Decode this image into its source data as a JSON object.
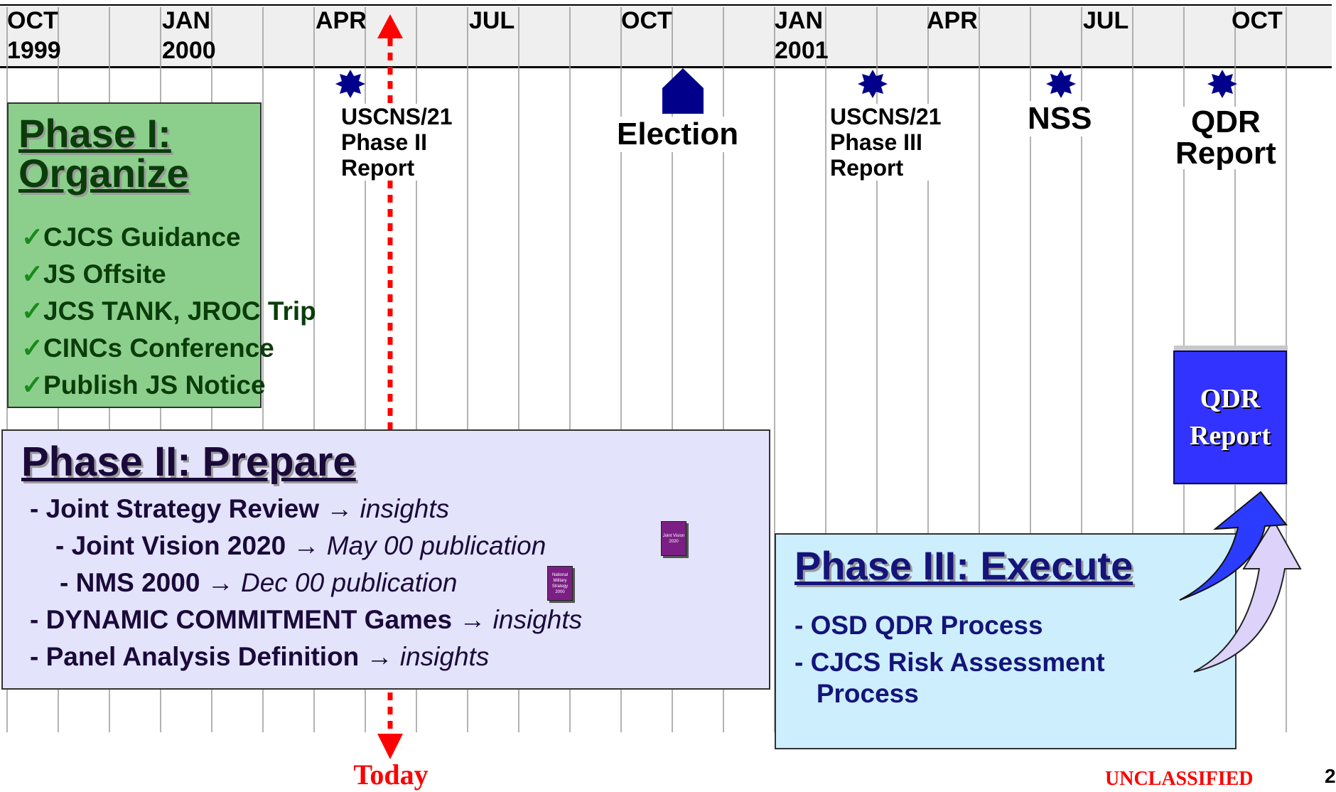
{
  "timeline": {
    "months": [
      {
        "label": "OCT\n1999"
      },
      {
        "label": "JAN\n2000"
      },
      {
        "label": "APR"
      },
      {
        "label": "JUL"
      },
      {
        "label": "OCT"
      },
      {
        "label": "JAN\n2001"
      },
      {
        "label": "APR"
      },
      {
        "label": "JUL"
      },
      {
        "label": "OCT"
      }
    ]
  },
  "milestones": {
    "uscns_phase2": "USCNS/21\nPhase II\nReport",
    "election": "Election",
    "uscns_phase3": "USCNS/21\nPhase III\nReport",
    "nss": "NSS",
    "qdr": "QDR\nReport"
  },
  "today_label": "Today",
  "phase1": {
    "title": "Phase I:\nOrganize",
    "items": [
      "CJCS Guidance",
      "JS Offsite",
      "JCS TANK, JROC Trip",
      "CINCs Conference",
      "Publish JS Notice"
    ],
    "check": "✓"
  },
  "phase2": {
    "title": "Phase II: Prepare",
    "items": [
      {
        "text": "- Joint Strategy Review",
        "arrow": "→",
        "result": "insights"
      },
      {
        "text": "- Joint Vision 2020",
        "arrow": "→",
        "result": "May 00 publication",
        "doc": "Joint\nVision\n2020"
      },
      {
        "text": "- NMS 2000",
        "arrow": "→",
        "result": "Dec 00 publication",
        "doc": "National\nMilitary\nStrategy\n2000"
      },
      {
        "text": "- DYNAMIC COMMITMENT Games",
        "arrow": "→",
        "result": "insights"
      },
      {
        "text": "- Panel Analysis Definition",
        "arrow": "→",
        "result": "insights"
      }
    ]
  },
  "phase3": {
    "title": "Phase III: Execute",
    "items": [
      "- OSD QDR Process",
      "- CJCS Risk Assessment\n   Process"
    ]
  },
  "qdr_book": "QDR\nReport",
  "classification": "UNCLASSIFIED",
  "page_number": "2",
  "colors": {
    "phase1_bg": "#8ccf8c",
    "phase1_text": "#0a3d0a",
    "phase2_bg": "#e3e3fb",
    "phase2_text": "#1a0a3a",
    "phase3_bg": "#cdeefc",
    "phase3_text": "#14147a",
    "navy": "#00008b",
    "today_red": "#ff0000",
    "qdr_book": "#3333ff",
    "classification": "#ff0000"
  }
}
